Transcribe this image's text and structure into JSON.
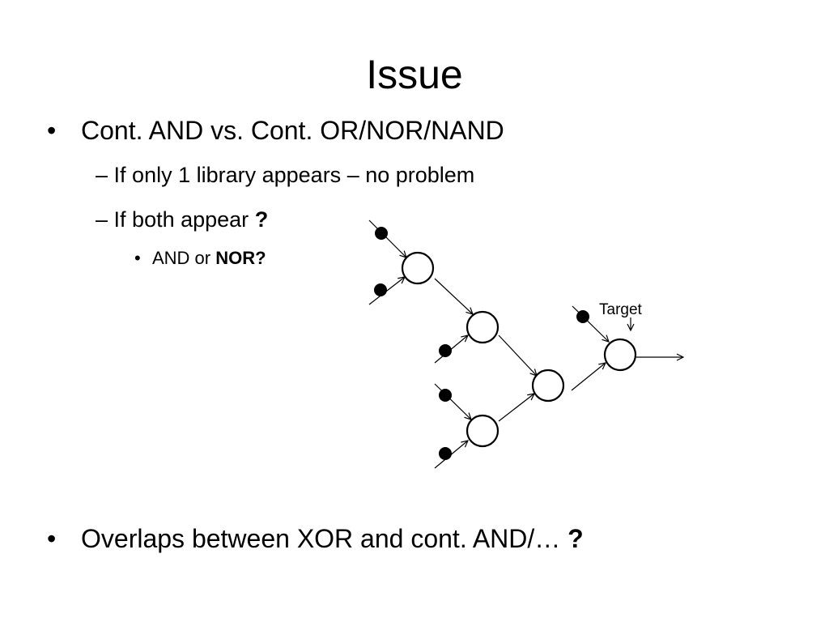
{
  "slide": {
    "title": "Issue",
    "bullets": [
      {
        "mark": "•",
        "text": "Cont. AND vs. Cont. OR/NOR/NAND"
      },
      {
        "mark": "–",
        "text": "If only 1 library appears – no problem"
      },
      {
        "mark": "–",
        "text": "If both appear ",
        "bold": "?"
      },
      {
        "mark": "•",
        "text": "AND or ",
        "bold": "NOR?"
      },
      {
        "mark": "•",
        "text": "Overlaps between XOR and cont. AND/… ",
        "bold": "?"
      }
    ]
  },
  "diagram": {
    "target_label": "Target"
  }
}
